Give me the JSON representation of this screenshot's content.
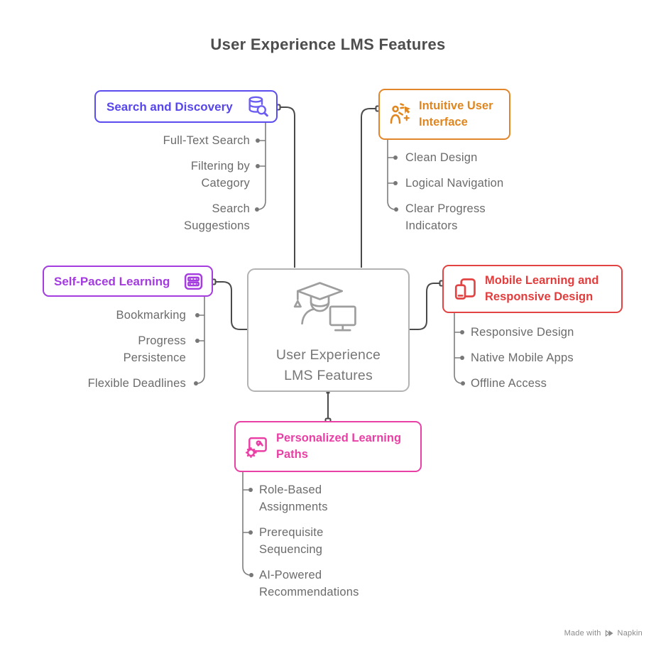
{
  "title": "User Experience LMS Features",
  "center": {
    "line1": "User Experience",
    "line2": "LMS Features",
    "icon": "graduate-with-monitor-icon"
  },
  "branches": [
    {
      "id": "search",
      "label": "Search and Discovery",
      "icon": "database-search-icon",
      "accent_color": "#5746ec",
      "items": [
        "Full-Text Search",
        "Filtering by Category",
        "Search Suggestions"
      ]
    },
    {
      "id": "intuitive",
      "label": "Intuitive User Interface",
      "icon": "user-with-cursor-icon",
      "accent_color": "#e0861f",
      "items": [
        "Clean Design",
        "Logical Navigation",
        "Clear Progress Indicators"
      ]
    },
    {
      "id": "selfpaced",
      "label": "Self-Paced Learning",
      "icon": "keypad-grid-icon",
      "accent_color": "#a33bdf",
      "items": [
        "Bookmarking",
        "Progress Persistence",
        "Flexible Deadlines"
      ]
    },
    {
      "id": "mobile",
      "label": "Mobile Learning and Responsive Design",
      "icon": "phone-tablet-icon",
      "accent_color": "#e23d3d",
      "items": [
        "Responsive Design",
        "Native Mobile Apps",
        "Offline Access"
      ]
    },
    {
      "id": "personalized",
      "label": "Personalized Learning Paths",
      "icon": "screen-person-gear-icon",
      "accent_color": "#ea3fa5",
      "items": [
        "Role-Based Assignments",
        "Prerequisite Sequencing",
        "AI-Powered Recommendations"
      ]
    }
  ],
  "colors": {
    "title_text": "#4d4d4d",
    "sub_item_text": "#6b6b6b",
    "connector_main": "#4a4a4a",
    "connector_sub": "#7d7d7d",
    "center_border": "#b3b3b3",
    "center_text": "#777777",
    "center_icon": "#9e9e9e"
  },
  "watermark": {
    "made_with": "Made with",
    "brand": "Napkin",
    "icon": "napkin-logo-icon"
  }
}
